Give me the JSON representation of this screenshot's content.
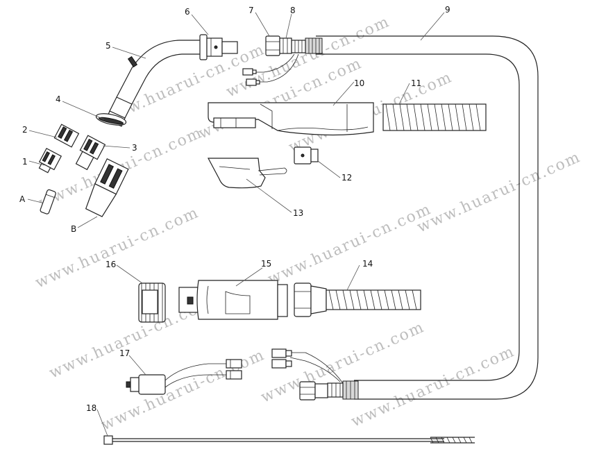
{
  "watermark_text": "www.huarui-cn.com",
  "callouts": {
    "c1": "1",
    "c2": "2",
    "c3": "3",
    "c4": "4",
    "c5": "5",
    "c6": "6",
    "c7": "7",
    "c8": "8",
    "c9": "9",
    "c10": "10",
    "c11": "11",
    "c12": "12",
    "c13": "13",
    "c14": "14",
    "c15": "15",
    "c16": "16",
    "c17": "17",
    "c18": "18",
    "cA": "A",
    "cB": "B"
  }
}
